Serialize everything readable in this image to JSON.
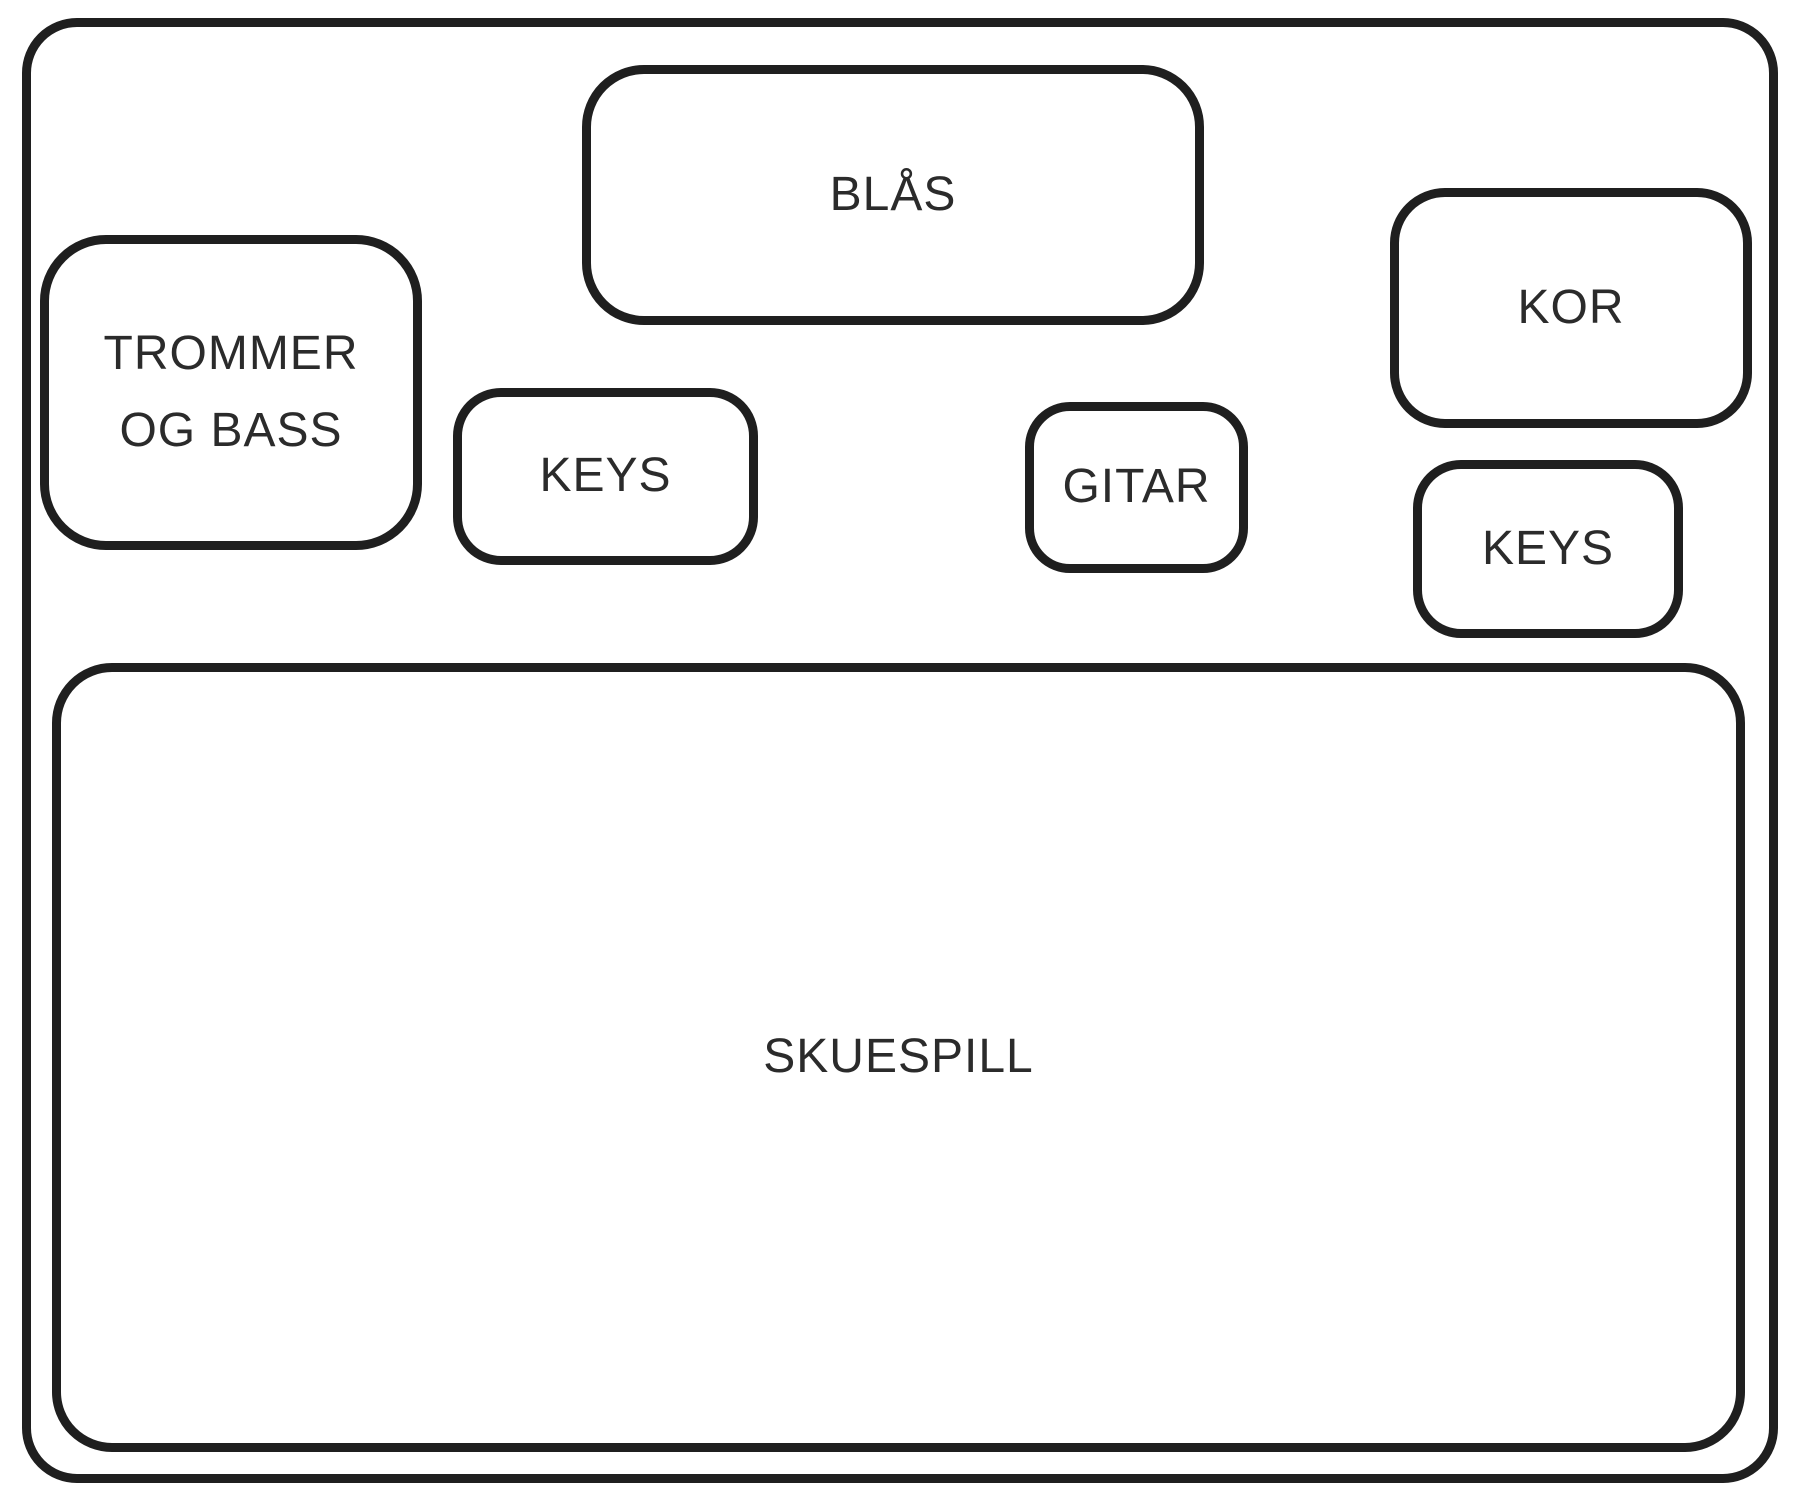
{
  "diagram": {
    "colors": {
      "background": "#ffffff",
      "outline": "#1f1f1f",
      "text": "#2b2b2b"
    },
    "boxes": [
      {
        "id": "blas",
        "label": "BLÅS"
      },
      {
        "id": "trommer-og-bass",
        "label": "TROMMER OG BASS"
      },
      {
        "id": "keys-left",
        "label": "KEYS"
      },
      {
        "id": "gitar",
        "label": "GITAR"
      },
      {
        "id": "kor",
        "label": "KOR"
      },
      {
        "id": "keys-right",
        "label": "KEYS"
      },
      {
        "id": "skuespill",
        "label": "SKUESPILL"
      }
    ]
  }
}
